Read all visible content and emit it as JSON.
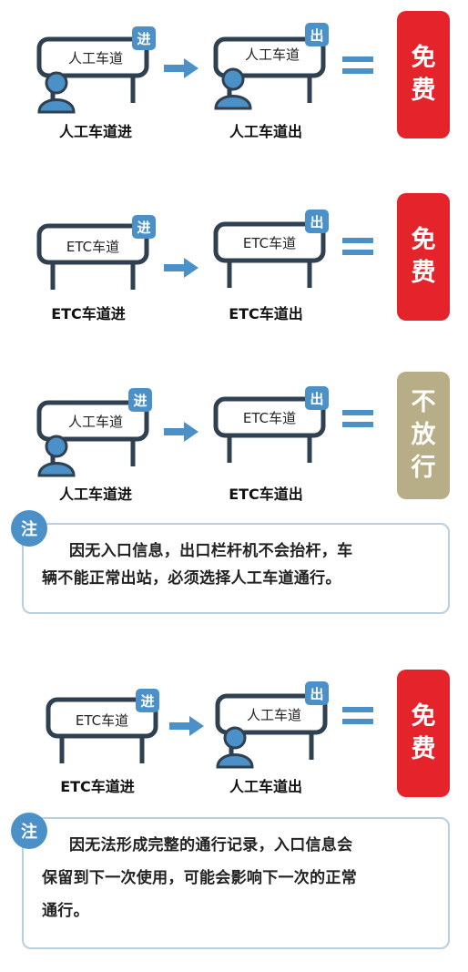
{
  "colors": {
    "frame": "#2f4050",
    "accent": "#4b90c7",
    "arrow": "#4b90c7",
    "free": "#e4232b",
    "blocked": "#b7ad86",
    "note_border": "#b8cfe0"
  },
  "badges": {
    "entry": "进",
    "exit": "出"
  },
  "icons": {
    "person": "person-icon",
    "arrow": "arrow-right-icon",
    "equals": "equals-icon"
  },
  "scenarios": [
    {
      "entry": {
        "sign": "人工车道",
        "caption": "人工车道进",
        "person": true
      },
      "exit": {
        "sign": "人工车道",
        "caption": "人工车道出",
        "person": true
      },
      "result": {
        "lines": [
          "免",
          "费"
        ]
      }
    },
    {
      "entry": {
        "sign": "ETC车道",
        "caption": "ETC车道进",
        "person": false
      },
      "exit": {
        "sign": "ETC车道",
        "caption": "ETC车道出",
        "person": false
      },
      "result": {
        "lines": [
          "免",
          "费"
        ]
      }
    },
    {
      "entry": {
        "sign": "人工车道",
        "caption": "人工车道进",
        "person": true
      },
      "exit": {
        "sign": "ETC车道",
        "caption": "ETC车道出",
        "person": false
      },
      "result": {
        "lines": [
          "不",
          "放",
          "行"
        ]
      }
    },
    {
      "entry": {
        "sign": "ETC车道",
        "caption": "ETC车道进",
        "person": false
      },
      "exit": {
        "sign": "人工车道",
        "caption": "人工车道出",
        "person": true
      },
      "result": {
        "lines": [
          "免",
          "费"
        ]
      }
    }
  ],
  "notes": [
    {
      "tag": "注",
      "lines": [
        "因无入口信息，出口栏杆机不会抬杆，车",
        "辆不能正常出站，必须选择人工车道通行。"
      ]
    },
    {
      "tag": "注",
      "lines": [
        "因无法形成完整的通行记录，入口信息会",
        "保留到下一次使用，可能会影响下一次的正常",
        "通行。"
      ]
    }
  ]
}
